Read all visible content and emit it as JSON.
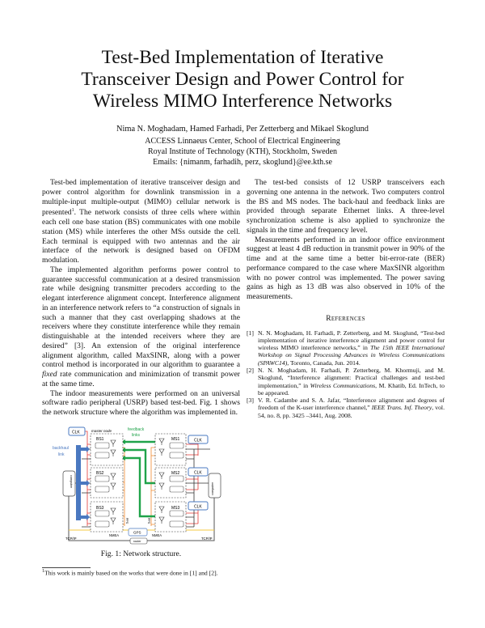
{
  "title": [
    "Test-Bed Implementation of Iterative",
    "Transceiver Design and Power Control for",
    "Wireless MIMO Interference Networks"
  ],
  "authors": "Nima N. Moghadam, Hamed Farhadi, Per Zetterberg and Mikael Skoglund",
  "affiliation": [
    "ACCESS Linnaeus Center, School of Electrical Engineering",
    "Royal Institute of Technology (KTH), Stockholm, Sweden",
    "Emails: {nimanm, farhadih, perz, skoglund}@ee.kth.se"
  ],
  "left_column": {
    "p1_a": "Test-bed implementation of iterative transceiver design and power control algorithm for downlink transmission in a multiple-input multiple-output (MIMO) cellular network is presented",
    "p1_sup": "1",
    "p1_b": ". The network consists of three cells where within each cell one base station (BS) communicates with one mobile station (MS) while interferes the other MSs outside the cell. Each terminal is equipped with two antennas and the air interface of the network is designed based on OFDM modulation.",
    "p2_a": "The implemented algorithm performs power control to guarantee successful communication at a desired transmission rate while designing transmitter precoders according to the elegant interference alignment concept. Interference alignment in an interference network refers to “a construction of signals in such a manner that they cast overlapping shadows at the receivers where they constitute interference while they remain distinguishable at the intended receivers where they are desired” [3]. An extension of the original interference alignment algorithm, called MaxSINR, along with a power control method is incorporated in our algorithm to guarantee a ",
    "p2_italic": "fixed",
    "p2_b": " rate communication and minimization of transmit power at the same time.",
    "p3": "The indoor measurements were performed on an universal software radio peripheral (USRP) based test-bed. Fig. 1 shows the network structure where the algorithm was implemented in."
  },
  "right_column": {
    "p1": "The test-bed consists of 12 USRP transceivers each governing one antenna in the network. Two computers control the BS and MS nodes. The back-haul and feedback links are provided through separate Ethernet links. A three-level synchronization scheme is also applied to synchronize the signals in the time and frequency level.",
    "p2": "Measurements performed in an indoor office environment suggest at least 4 dB reduction in transmit power in 90% of the time and at the same time a better bit-error-rate (BER) performance compared to the case where MaxSINR algorithm with no power control was implemented. The power saving gains as high as 13 dB was also observed in 10% of the measurements."
  },
  "references": {
    "heading": "References",
    "items": [
      {
        "num": "[1]",
        "a": "N. N. Moghadam, H. Farhadi, P. Zetterberg, and M. Skoglund, “Test-bed implementation of iterative interference alignment and power control for wireless MIMO interference networks,” in ",
        "i": "The 15th IEEE International Workshop on Signal Processing Advances in Wireless Communications (SPAWC14)",
        "b": ", Toronto, Canada, Jun. 2014."
      },
      {
        "num": "[2]",
        "a": "N. N. Moghadam, H. Farhadi, P. Zetterberg, M. Khormuji, and M. Skoglund, “Interference alignment: Practical challenges and test-bed implementation,” in ",
        "i": "Wireless Communications",
        "b": ", M. Khatib, Ed. InTech, to be appeared."
      },
      {
        "num": "[3]",
        "a": "V. R. Cadambe and S. A. Jafar, “Interference alignment and degrees of freedom of the K-user interference channel,” ",
        "i": "IEEE Trans. Inf. Theory",
        "b": ", vol. 54, no. 8, pp. 3425 –3441, Aug. 2008."
      }
    ]
  },
  "figure": {
    "caption": "Fig. 1: Network structure.",
    "labels": {
      "clk": "CLK",
      "master_node": "master node",
      "feedback": "feedback",
      "links": "links",
      "backhaul": "backhaul",
      "link": "link",
      "bs1": "BS1",
      "bs2": "BS2",
      "bs3": "BS3",
      "ms1": "MS1",
      "ms2": "MS2",
      "ms3": "MS3",
      "computer": "computer",
      "gps": "GPS",
      "router": "router",
      "nmea": "NMEA",
      "pps": "PPS",
      "tcpip": "TCP/IP"
    },
    "colors": {
      "clk_line": "#e53935",
      "feedback": "#1fa34a",
      "backhaul": "#4a78c0",
      "sync": "#f08a30",
      "tcp": "#f5c842"
    }
  },
  "footnote": {
    "sup": "1",
    "text": "This work is mainly based on the works that were done in [1] and [2]."
  }
}
